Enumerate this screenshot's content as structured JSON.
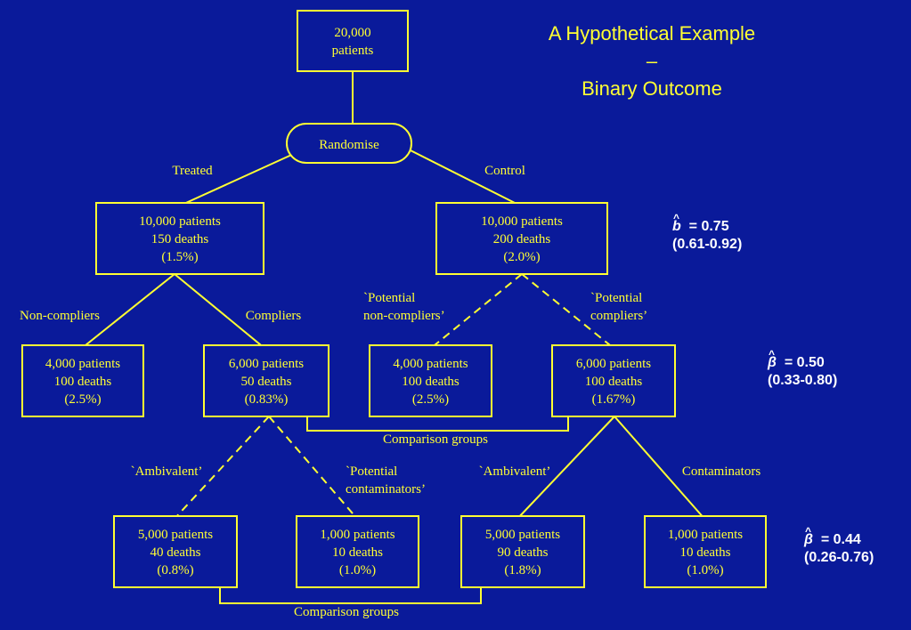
{
  "title": {
    "line1": "A Hypothetical Example",
    "line2": "–",
    "line3": "Binary Outcome"
  },
  "colors": {
    "background": "#0a1a9a",
    "diagram": "#ffff33",
    "stats": "#ffffff"
  },
  "nodes": {
    "root": [
      "20,000",
      "patients"
    ],
    "randomise": "Randomise",
    "treated": [
      "10,000 patients",
      "150 deaths",
      "(1.5%)"
    ],
    "control": [
      "10,000 patients",
      "200 deaths",
      "(2.0%)"
    ],
    "treated_noncompliers": [
      "4,000 patients",
      "100 deaths",
      "(2.5%)"
    ],
    "treated_compliers": [
      "6,000 patients",
      "50 deaths",
      "(0.83%)"
    ],
    "control_potential_noncompliers": [
      "4,000 patients",
      "100 deaths",
      "(2.5%)"
    ],
    "control_potential_compliers": [
      "6,000 patients",
      "100 deaths",
      "(1.67%)"
    ],
    "compliers_ambivalent": [
      "5,000 patients",
      "40 deaths",
      "(0.8%)"
    ],
    "compliers_potential_contaminators": [
      "1,000 patients",
      "10 deaths",
      "(1.0%)"
    ],
    "pot_compliers_ambivalent": [
      "5,000 patients",
      "90 deaths",
      "(1.8%)"
    ],
    "pot_compliers_contaminators": [
      "1,000 patients",
      "10 deaths",
      "(1.0%)"
    ]
  },
  "edge_labels": {
    "treated": [
      "Treated"
    ],
    "control": [
      "Control"
    ],
    "noncompliers": [
      "Non-compliers"
    ],
    "compliers": [
      "Compliers"
    ],
    "potential_noncompliers": [
      "`Potential",
      "non-compliers’"
    ],
    "potential_compliers": [
      "`Potential",
      "compliers’"
    ],
    "ambivalent_left": [
      "`Ambivalent’"
    ],
    "potential_contaminators": [
      "`Potential",
      "contaminators’"
    ],
    "ambivalent_right": [
      "`Ambivalent’"
    ],
    "contaminators": [
      "Contaminators"
    ]
  },
  "comparison_label": "Comparison groups",
  "stats": {
    "b": {
      "symbol": "b",
      "hat": "^",
      "value": "= 0.75",
      "ci": "(0.61-0.92)"
    },
    "beta1": {
      "symbol": "β",
      "hat": "^",
      "value": "= 0.50",
      "ci": "(0.33-0.80)"
    },
    "beta2": {
      "symbol": "β",
      "hat": "^",
      "value": "= 0.44",
      "ci": "(0.26-0.76)"
    }
  }
}
